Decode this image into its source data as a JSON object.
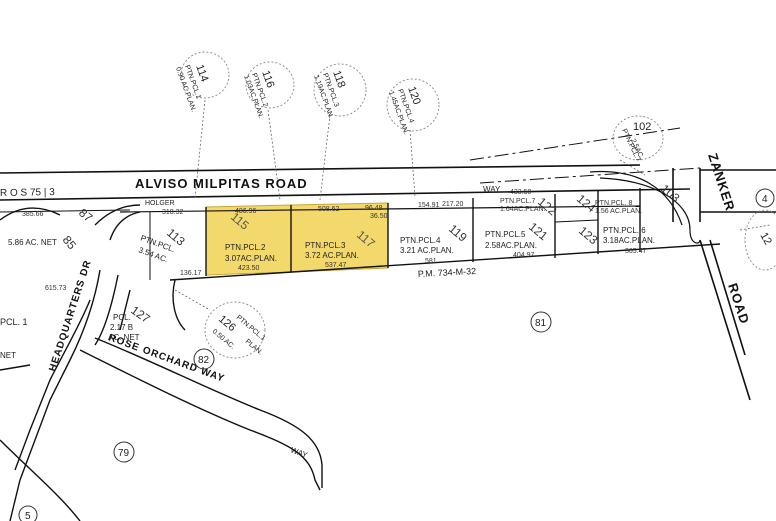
{
  "roads": {
    "alviso_milpitas": "ALVISO   MILPITAS   ROAD",
    "zanker": "ZANKER",
    "zanker_road": "ROAD",
    "headquarters": "HEADQUARTERS DR",
    "rose_orchard": "ROSE ORCHARD WAY",
    "way_top": "WAY",
    "way_bottom": "WAY",
    "ros": "R O S   75 | 3",
    "holger": "HOLGER",
    "pm": "P.M.  734-M-32"
  },
  "callouts": [
    {
      "num": "114",
      "text": "PTN.PCL.1\n0.90 AC.PLAN."
    },
    {
      "num": "116",
      "text": "PTN.PCL.2\n1.03AC.PLAN."
    },
    {
      "num": "118",
      "text": "PTN.PCL.3\n1.19AC.PLAN."
    },
    {
      "num": "120",
      "text": "PTN.PCL.4\n1.45AC.PLAN."
    },
    {
      "num": "102",
      "text": "PTN.PCL.7\n2.5AC.\nPLAN."
    },
    {
      "num": "126",
      "text": "PTN.PCL.1\n0.50 AC.\nPLAN."
    }
  ],
  "parcels": {
    "p115": {
      "num": "115",
      "line1": "PTN.PCL.2",
      "line2": "3.07AC.PLAN."
    },
    "p117": {
      "num": "117",
      "line1": "PTN.PCL.3",
      "line2": "3.72  AC.PLAN."
    },
    "p119": {
      "num": "119",
      "line1": "PTN.PCL.4",
      "line2": "3.21  AC.PLAN."
    },
    "p121": {
      "num": "121",
      "line1": "PTN.PCL.5",
      "line2": "2.58AC.PLAN."
    },
    "p123": {
      "num": "123",
      "line1": "PTN.PCL. 6",
      "line2": "3.18AC.PLAN."
    },
    "p113": {
      "num": "113",
      "line1": "PTN.PCL.",
      "line2": "3.54  AC."
    },
    "p85": {
      "num": "85",
      "line1": "5.86  AC. NET"
    },
    "p87": {
      "num": "87"
    },
    "p122": {
      "num": "122",
      "line1": "PTN.PCL.7",
      "line2": "1.64AC.PLAN."
    },
    "p124": {
      "num": "124",
      "line1": "PTN.PCL. 8",
      "line2": "1.56 AC.PLAN."
    },
    "p103": {
      "num": "103"
    },
    "p127": {
      "num": "127",
      "line1": "PCL.",
      "line2": "2.17  B",
      "line3": "AC. NET"
    },
    "p_pcl1": {
      "line1": "PCL. 1",
      "line2": "NET"
    }
  },
  "circles": {
    "c81": "81",
    "c82": "82",
    "c79": "79",
    "c4": "4",
    "c5": "5"
  },
  "edge_labels": {
    "right_callout": "12"
  },
  "dims": {
    "d1": "486.96",
    "d2": "318.32",
    "d3": "508.62",
    "d4": "96.48",
    "d5": "154.91",
    "d6": "217.20",
    "d7": "36.50",
    "d8": "423.50",
    "d9": "537.47",
    "d10": "581",
    "d11": "433.50",
    "d12": "404.97",
    "d13": "365.47",
    "d14": "385.66",
    "d15": "615.73",
    "d16": "136.17"
  },
  "colors": {
    "highlight_fill": "#f3d96b",
    "highlight_stroke": "#c9a73a",
    "line": "#111111"
  }
}
